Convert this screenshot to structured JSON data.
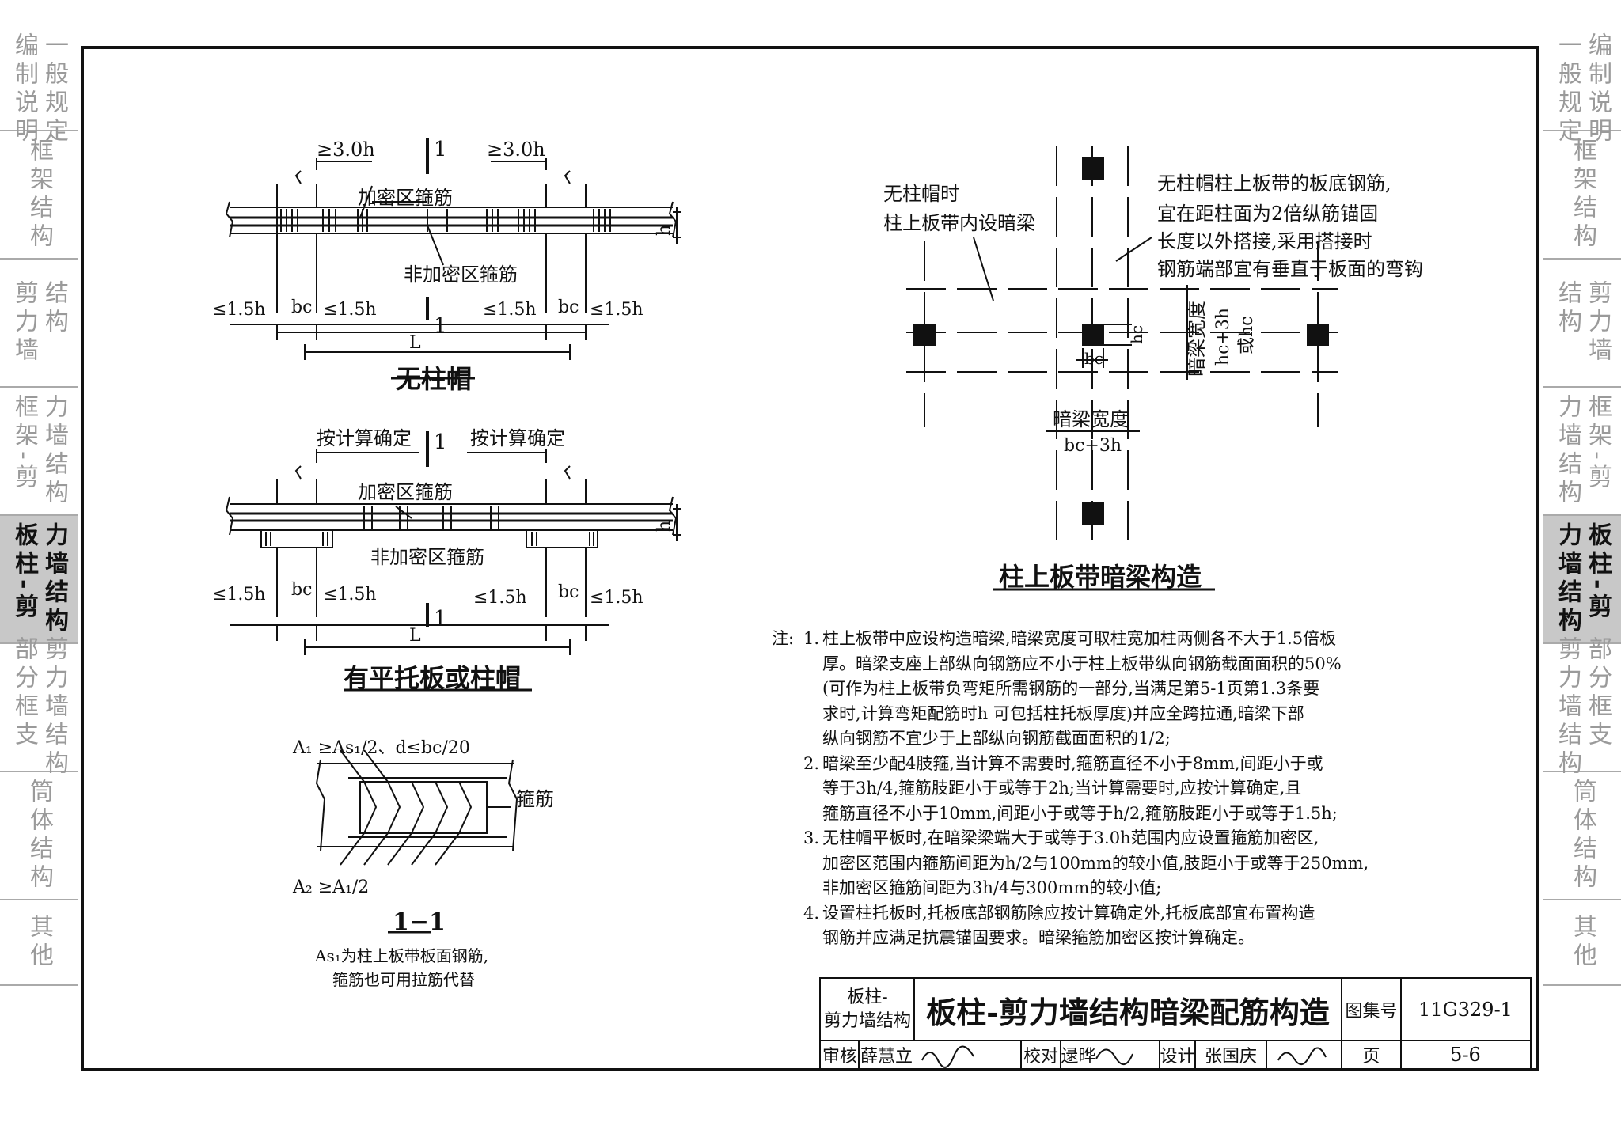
{
  "left_tabs": [
    {
      "lines": [
        "一般规定",
        "编制说明"
      ],
      "active": false
    },
    {
      "lines": [
        "框架结构"
      ],
      "active": false
    },
    {
      "lines": [
        "结构",
        "剪力墙"
      ],
      "active": false
    },
    {
      "lines": [
        "力墙结构",
        "框架-剪"
      ],
      "active": false
    },
    {
      "lines": [
        "力墙结构",
        "板柱-剪"
      ],
      "active": true
    },
    {
      "lines": [
        "剪力墙结构",
        "部分框支"
      ],
      "active": false
    },
    {
      "lines": [
        "筒体结构"
      ],
      "active": false
    },
    {
      "lines": [
        "其他"
      ],
      "active": false
    }
  ],
  "right_tabs": [
    {
      "lines": [
        "编制说明",
        "一般规定"
      ],
      "active": false
    },
    {
      "lines": [
        "框架结构"
      ],
      "active": false
    },
    {
      "lines": [
        "剪力墙",
        "结构"
      ],
      "active": false
    },
    {
      "lines": [
        "框架-剪",
        "力墙结构"
      ],
      "active": false
    },
    {
      "lines": [
        "板柱-剪",
        "力墙结构"
      ],
      "active": true
    },
    {
      "lines": [
        "部分框支",
        "剪力墙结构"
      ],
      "active": false
    },
    {
      "lines": [
        "筒体结构"
      ],
      "active": false
    },
    {
      "lines": [
        "其他"
      ],
      "active": false
    }
  ],
  "diagram1": {
    "title": "无柱帽",
    "dim_3h": "≥3.0h",
    "section_mark": "1",
    "dense_label": "加密区箍筋",
    "nondense_label": "非加密区箍筋",
    "dim_15h": "≤1.5h",
    "bc": "bc",
    "h": "h",
    "L": "L"
  },
  "diagram2": {
    "title": "有平托板或柱帽",
    "calc_label": "按计算确定",
    "dense_label": "加密区箍筋",
    "nondense_label": "非加密区箍筋"
  },
  "section11": {
    "formula_top": "A₁ ≥As₁/2、d≤bc/20",
    "stirrup_label": "箍筋",
    "formula_bottom": "A₂ ≥A₁/2",
    "title": "1−1",
    "caption_1": "As₁为柱上板带板面钢筋,",
    "caption_2": "箍筋也可用拉筋代替"
  },
  "plan": {
    "title": "柱上板带暗梁构造",
    "note_left_1": "无柱帽时",
    "note_left_2": "柱上板带内设暗梁",
    "note_right_1": "无柱帽柱上板带的板底钢筋,",
    "note_right_2": "宜在距柱面为2倍纵筋锚固",
    "note_right_3": "长度以外搭接,采用搭接时",
    "note_right_4": "钢筋端部宜有垂直于板面的弯钩",
    "hc": "hc",
    "bc": "bc",
    "width_label": "暗梁宽度",
    "width_value_h": "bc+3h",
    "width_label_v": "暗梁宽度",
    "width_value_v1": "hc+3h",
    "width_value_v2": "或hc"
  },
  "notes": {
    "prefix": "注:",
    "items": [
      {
        "num": "1.",
        "lines": [
          "柱上板带中应设构造暗梁,暗梁宽度可取柱宽加柱两侧各不大于1.5倍板",
          "厚。暗梁支座上部纵向钢筋应不小于柱上板带纵向钢筋截面面积的50%",
          "(可作为柱上板带负弯矩所需钢筋的一部分,当满足第5-1页第1.3条要",
          "求时,计算弯矩配筋时h 可包括柱托板厚度)并应全跨拉通,暗梁下部",
          "纵向钢筋不宜少于上部纵向钢筋截面面积的1/2;"
        ]
      },
      {
        "num": "2.",
        "lines": [
          "暗梁至少配4肢箍,当计算不需要时,箍筋直径不小于8mm,间距小于或",
          "等于3h/4,箍筋肢距小于或等于2h;当计算需要时,应按计算确定,且",
          "箍筋直径不小于10mm,间距小于或等于h/2,箍筋肢距小于或等于1.5h;"
        ]
      },
      {
        "num": "3.",
        "lines": [
          "无柱帽平板时,在暗梁梁端大于或等于3.0h范围内应设置箍筋加密区,",
          "加密区范围内箍筋间距为h/2与100mm的较小值,肢距小于或等于250mm,",
          "非加密区箍筋间距为3h/4与300mm的较小值;"
        ]
      },
      {
        "num": "4.",
        "lines": [
          "设置柱托板时,托板底部钢筋除应按计算确定外,托板底部宜布置构造",
          "钢筋并应满足抗震锚固要求。暗梁箍筋加密区按计算确定。"
        ]
      }
    ]
  },
  "title_block": {
    "category_1": "板柱-",
    "category_2": "剪力墙结构",
    "main_title": "板柱-剪力墙结构暗梁配筋构造",
    "atlas_label": "图集号",
    "atlas_no": "11G329-1",
    "review_label": "审核",
    "reviewer": "薛慧立",
    "check_label": "校对",
    "checker": "逯晔",
    "design_label": "设计",
    "designer": "张国庆",
    "page_label": "页",
    "page_no": "5-6"
  }
}
